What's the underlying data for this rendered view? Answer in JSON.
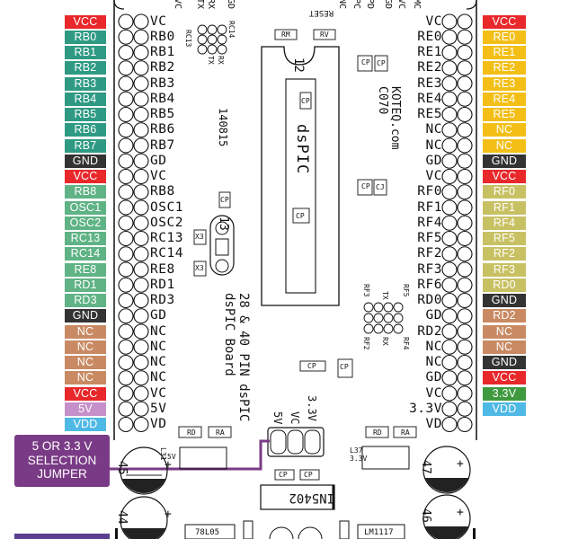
{
  "left_pins": [
    {
      "label": "VCC",
      "sig": "VC",
      "color": "#e8282b"
    },
    {
      "label": "RB0",
      "sig": "RB0",
      "color": "#2f9a83"
    },
    {
      "label": "RB1",
      "sig": "RB1",
      "color": "#2f9a83"
    },
    {
      "label": "RB2",
      "sig": "RB2",
      "color": "#2f9a83"
    },
    {
      "label": "RB3",
      "sig": "RB3",
      "color": "#2f9a83"
    },
    {
      "label": "RB4",
      "sig": "RB4",
      "color": "#2f9a83"
    },
    {
      "label": "RB5",
      "sig": "RB5",
      "color": "#2f9a83"
    },
    {
      "label": "RB6",
      "sig": "RB6",
      "color": "#2f9a83"
    },
    {
      "label": "RB7",
      "sig": "RB7",
      "color": "#2f9a83"
    },
    {
      "label": "GND",
      "sig": "GD",
      "color": "#333333"
    },
    {
      "label": "VCC",
      "sig": "VC",
      "color": "#e8282b"
    },
    {
      "label": "RB8",
      "sig": "RB8",
      "color": "#5fb385"
    },
    {
      "label": "OSC1",
      "sig": "OSC1",
      "color": "#5fb385"
    },
    {
      "label": "OSC2",
      "sig": "OSC2",
      "color": "#5fb385"
    },
    {
      "label": "RC13",
      "sig": "RC13",
      "color": "#5fb385"
    },
    {
      "label": "RC14",
      "sig": "RC14",
      "color": "#5fb385"
    },
    {
      "label": "RE8",
      "sig": "RE8",
      "color": "#5fb385"
    },
    {
      "label": "RD1",
      "sig": "RD1",
      "color": "#5fb385"
    },
    {
      "label": "RD3",
      "sig": "RD3",
      "color": "#5fb385"
    },
    {
      "label": "GND",
      "sig": "GD",
      "color": "#333333"
    },
    {
      "label": "NC",
      "sig": "NC",
      "color": "#c98a63"
    },
    {
      "label": "NC",
      "sig": "NC",
      "color": "#c98a63"
    },
    {
      "label": "NC",
      "sig": "NC",
      "color": "#c98a63"
    },
    {
      "label": "NC",
      "sig": "NC",
      "color": "#c98a63"
    },
    {
      "label": "VCC",
      "sig": "VC",
      "color": "#e8282b"
    },
    {
      "label": "5V",
      "sig": "5V",
      "color": "#c58fc9"
    },
    {
      "label": "VDD",
      "sig": "VD",
      "color": "#4fb9e6"
    }
  ],
  "right_pins": [
    {
      "label": "VCC",
      "sig": "VC",
      "color": "#e8282b"
    },
    {
      "label": "RE0",
      "sig": "RE0",
      "color": "#f3bf17"
    },
    {
      "label": "RE1",
      "sig": "RE1",
      "color": "#f3bf17"
    },
    {
      "label": "RE2",
      "sig": "RE2",
      "color": "#f3bf17"
    },
    {
      "label": "RE3",
      "sig": "RE3",
      "color": "#f3bf17"
    },
    {
      "label": "RE4",
      "sig": "RE4",
      "color": "#f3bf17"
    },
    {
      "label": "RE5",
      "sig": "RE5",
      "color": "#f3bf17"
    },
    {
      "label": "NC",
      "sig": "NC",
      "color": "#f3bf17"
    },
    {
      "label": "NC",
      "sig": "NC",
      "color": "#f3bf17"
    },
    {
      "label": "GND",
      "sig": "GD",
      "color": "#333333"
    },
    {
      "label": "VCC",
      "sig": "VC",
      "color": "#e8282b"
    },
    {
      "label": "RF0",
      "sig": "RF0",
      "color": "#c8c163"
    },
    {
      "label": "RF1",
      "sig": "RF1",
      "color": "#c8c163"
    },
    {
      "label": "RF4",
      "sig": "RF4",
      "color": "#c8c163"
    },
    {
      "label": "RF5",
      "sig": "RF5",
      "color": "#c8c163"
    },
    {
      "label": "RF2",
      "sig": "RF2",
      "color": "#c8c163"
    },
    {
      "label": "RF3",
      "sig": "RF3",
      "color": "#c8c163"
    },
    {
      "label": "RD0",
      "sig": "RF6",
      "color": "#c8c163"
    },
    {
      "label": "GND",
      "sig": "RD0",
      "color": "#333333"
    },
    {
      "label": "RD2",
      "sig": "GD",
      "color": "#c98a63"
    },
    {
      "label": "NC",
      "sig": "RD2",
      "color": "#c98a63"
    },
    {
      "label": "NC",
      "sig": "NC",
      "color": "#c98a63"
    },
    {
      "label": "GND",
      "sig": "NC",
      "color": "#333333"
    },
    {
      "label": "VCC",
      "sig": "GD",
      "color": "#e8282b"
    },
    {
      "label": "3.3V",
      "sig": "VC",
      "color": "#3f9a3f"
    },
    {
      "label": "VDD",
      "sig": "3.3V",
      "color": "#4fb9e6"
    },
    {
      "label": "",
      "sig": "VD",
      "color": ""
    }
  ],
  "board_text": {
    "top_labels": [
      "VC",
      "TX",
      "RX",
      "GD",
      "RESET",
      "NC",
      "PC",
      "PD",
      "GD",
      "VC",
      "MC"
    ],
    "chip_text": "dsPIC",
    "chip_pin": "12",
    "brand": "KOTEQ.com",
    "brand_code": "C070",
    "board_date": "140815",
    "board_name_line1": "28 & 40 PIN dsPIC",
    "board_name_line2": "dsPIC Board",
    "osc_num": "13",
    "jumper_labels": [
      "5V",
      "VC",
      "3.3V"
    ],
    "rc13": "RC13",
    "rc14": "RC14",
    "tx": "TX",
    "rx": "RX",
    "rf3": "RF3",
    "rf5": "RF5",
    "rf2": "RF2",
    "rf4": "RF4",
    "cap_45": "45",
    "cap_44": "44",
    "cap_47": "47",
    "cap_46": "46",
    "diode": "IN5402",
    "reg_5v": "78L05",
    "reg_33": "LM1117",
    "l31": "L31",
    "l31_v": "5V",
    "l37": "L37",
    "l37_v": "3.3V",
    "rd": "RD",
    "ra": "RA",
    "rm": "RM",
    "rv": "RV",
    "cp": "CP",
    "cj": "CJ",
    "x3": "X3"
  },
  "annotation": {
    "line1": "5 OR 3.3 V",
    "line2": "SELECTION",
    "line3": "JUMPER",
    "color": "#7a3b86"
  }
}
